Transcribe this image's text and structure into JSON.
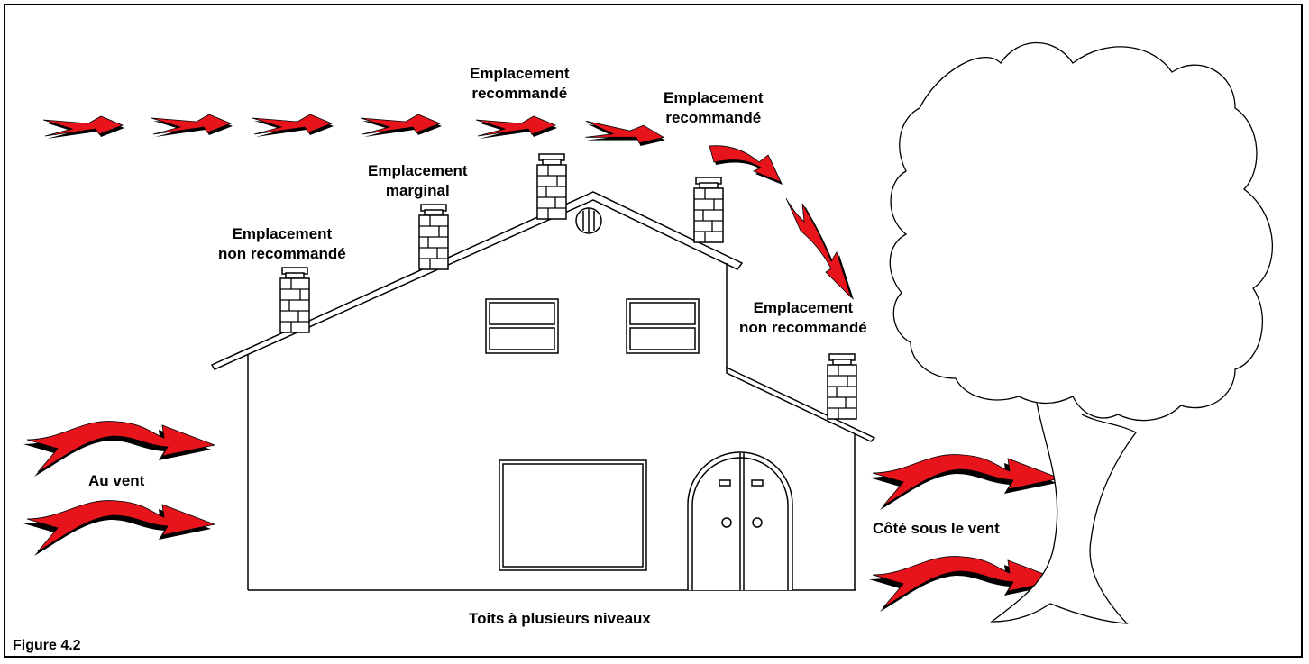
{
  "labels": {
    "rec_1": [
      "Emplacement",
      "recommandé"
    ],
    "rec_2": [
      "Emplacement",
      "recommandé"
    ],
    "marginal": [
      "Emplacement",
      "marginal"
    ],
    "not_rec_left": [
      "Emplacement",
      "non recommandé"
    ],
    "not_rec_right": [
      "Emplacement",
      "non recommandé"
    ],
    "windward": "Au vent",
    "leeward": "Côté sous le vent",
    "caption": "Toits à plusieurs niveaux",
    "figure": "Figure 4.2"
  },
  "colors": {
    "arrow_fill": "#e8141c",
    "arrow_shadow": "#000000",
    "line": "#000000"
  }
}
